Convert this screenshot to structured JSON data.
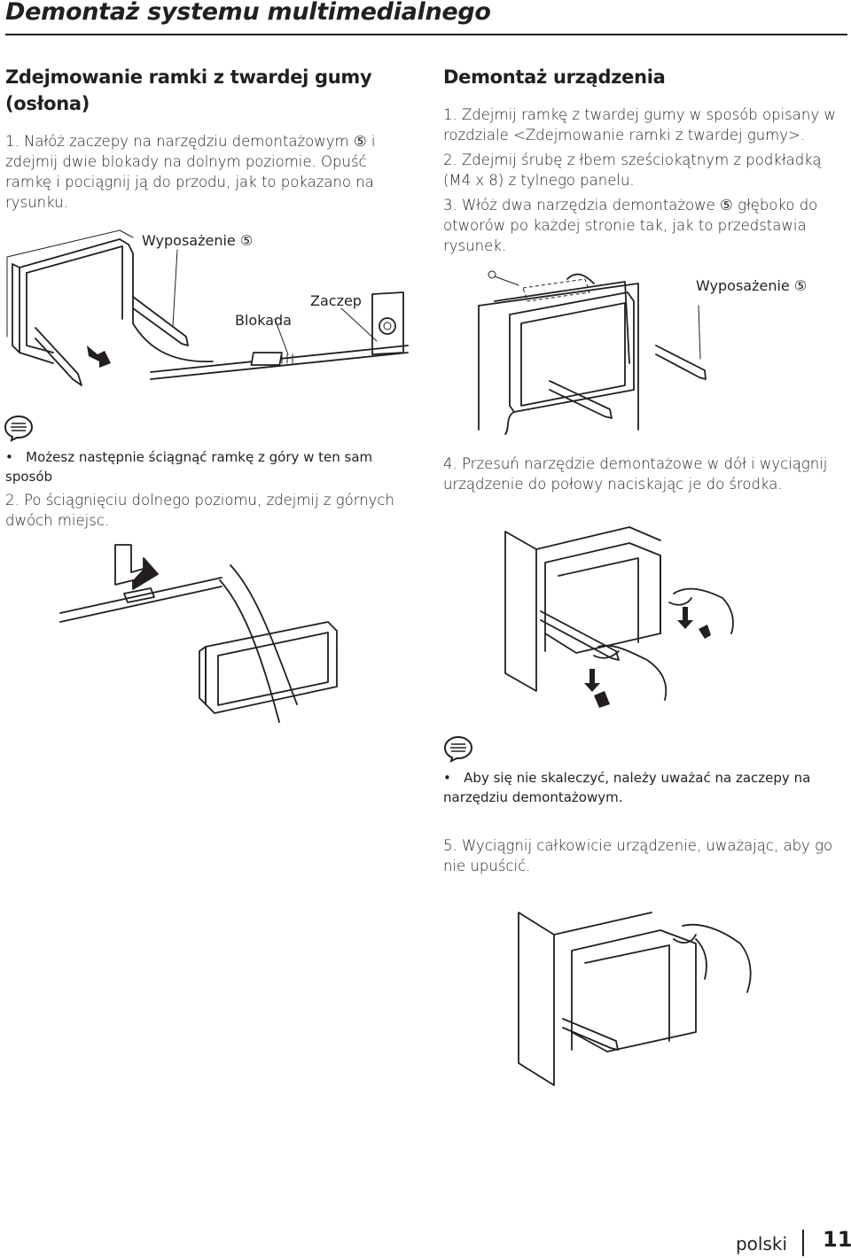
{
  "header": {
    "title": "Demontaż systemu multimedialnego"
  },
  "left": {
    "heading": "Zdejmowanie ramki z twardej gumy (osłona)",
    "step1": {
      "num": "1.",
      "text": "Nałóż zaczepy na narzędziu demontażowym ⑤ i zdejmij dwie blokady na dolnym poziomie. Opuść ramkę i pociągnij ją do przodu, jak to pokazano na rysunku."
    },
    "fig1": {
      "accessory": "Wyposażenie ⑤",
      "lock": "Blokada",
      "hook": "Zaczep"
    },
    "note": {
      "bullet": "•",
      "text": "Możesz następnie ściągnąć ramkę z góry w ten sam sposób"
    },
    "step2": {
      "num": "2.",
      "text": "Po ściągnięciu dolnego poziomu, zdejmij z górnych dwóch miejsc."
    }
  },
  "right": {
    "heading": "Demontaż urządzenia",
    "step1": {
      "num": "1.",
      "text": "Zdejmij ramkę z twardej gumy w sposób opisany w rozdziale <Zdejmowanie ramki z twardej gumy>."
    },
    "step2": {
      "num": "2.",
      "text": "Zdejmij śrubę z łbem sześciokątnym z podkładką (M4 x 8) z tylnego panelu."
    },
    "step3": {
      "num": "3.",
      "text": "Włóż dwa narzędzia demontażowe ⑤ głęboko do otworów po każdej stronie tak, jak to przedstawia rysunek."
    },
    "fig3": {
      "accessory": "Wyposażenie ⑤"
    },
    "step4": {
      "num": "4.",
      "text": "Przesuń narzędzie demontażowe w dół i wyciągnij urządzenie do połowy naciskając je do środka."
    },
    "note": {
      "bullet": "•",
      "text": "Aby się nie skaleczyć, należy uważać na zaczepy na narzędziu demontażowym."
    },
    "step5": {
      "num": "5.",
      "text": "Wyciągnij całkowicie urządzenie, uważając, aby go nie upuścić."
    }
  },
  "footer": {
    "language": "polski",
    "page": "11"
  },
  "icons": {
    "note": "speech-bubble-note-icon"
  }
}
